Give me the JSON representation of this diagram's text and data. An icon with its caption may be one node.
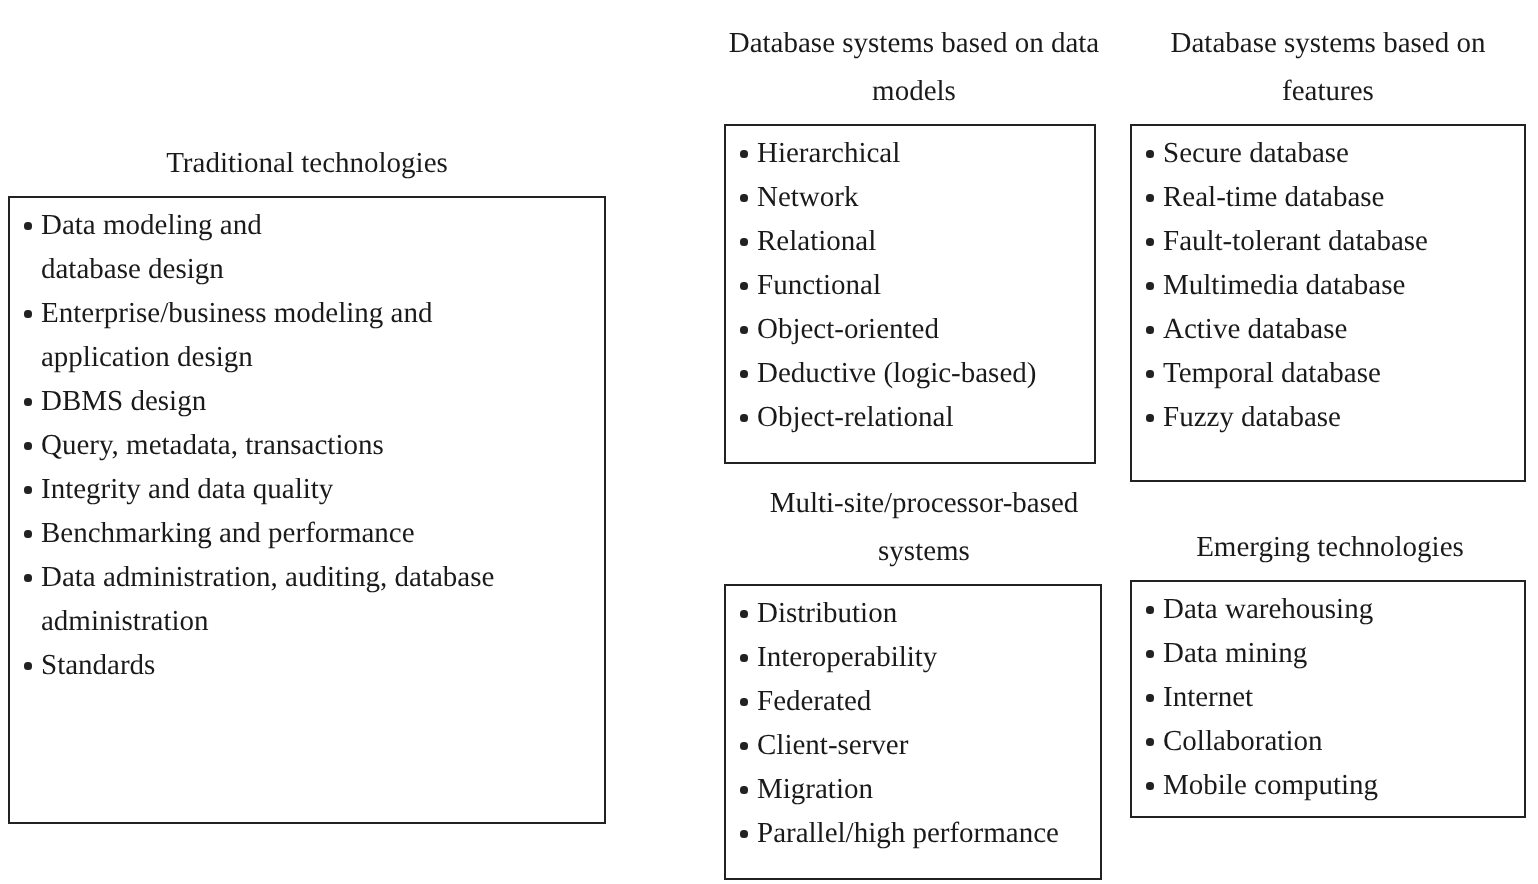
{
  "diagram": {
    "nodes": [
      {
        "text": [
          "Traditional technologies",
          "Data modeling and database design",
          "Enterprise/business modeling and application design",
          "DBMS design",
          "Query, metadata, transactions",
          "Integrity and data quality",
          "Benchmarking and performance",
          "Data administration, auditing, database administration",
          "Standards"
        ]
      },
      {
        "text": [
          "Database systems based on data models",
          "Hierarchical",
          "Network",
          "Relational",
          "Functional",
          "Object-oriented",
          "Deductive (logic-based)",
          "Object-relational"
        ]
      },
      {
        "text": [
          "Database systems based on features",
          "Secure database",
          "Real-time database",
          "Fault-tolerant database",
          "Multimedia database",
          "Active database",
          "Temporal database",
          "Fuzzy database"
        ]
      },
      {
        "text": [
          "Multi-site/processor-based systems",
          "Distribution",
          "Interoperability",
          "Federated",
          "Client-server",
          "Migration",
          "Parallel/high performance"
        ]
      },
      {
        "text": [
          "Emerging technologies",
          "Data warehousing",
          "Data mining",
          "Internet",
          "Collaboration",
          "Mobile computing"
        ]
      }
    ]
  }
}
